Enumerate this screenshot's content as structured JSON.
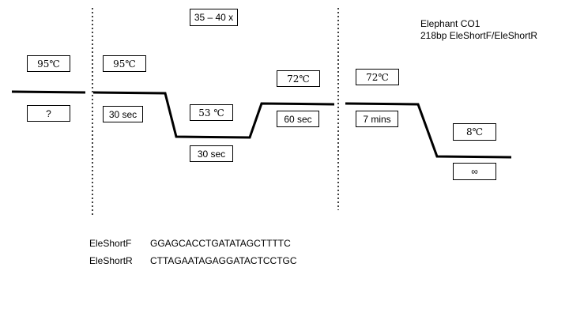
{
  "title": {
    "line1": "Elephant CO1",
    "line2": "218bp EleShortF/EleShortR"
  },
  "cycles_label": "35 – 40 x",
  "steps": {
    "initial_denaturation": {
      "temp": "95℃",
      "time": "?"
    },
    "denaturation": {
      "temp": "95℃",
      "time": "30 sec"
    },
    "annealing": {
      "temp": "53 ℃",
      "time": "30 sec"
    },
    "extension": {
      "temp": "72℃",
      "time": "60 sec"
    },
    "final_extension": {
      "temp": "72℃",
      "time": "7 mins"
    },
    "hold": {
      "temp": "8℃",
      "time": "∞"
    }
  },
  "primers": [
    {
      "name": "EleShortF",
      "sequence": "GGAGCACCTGATATAGCTTTTC"
    },
    {
      "name": "EleShortR",
      "sequence": "CTTAGAATAGAGGATACTCCTGC"
    }
  ]
}
